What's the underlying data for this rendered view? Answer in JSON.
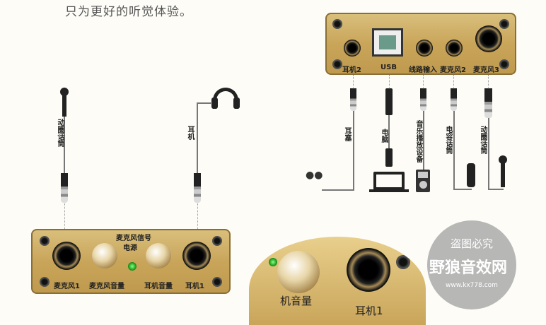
{
  "tagline": "只为更好的听觉体验。",
  "front_panel": {
    "top_label_1": "麦克风信号",
    "top_label_2": "电源",
    "labels": [
      "麦克风1",
      "麦克风音量",
      "耳机音量",
      "耳机1"
    ]
  },
  "front_cables": {
    "mic": "动圈话筒",
    "headphones": "耳机"
  },
  "rear_panel": {
    "labels": [
      "耳机2",
      "USB",
      "线路输入",
      "麦克风2",
      "麦克风3"
    ]
  },
  "rear_cables": [
    "耳塞",
    "电脑",
    "音乐播放设备",
    "电容话筒",
    "动圈话筒"
  ],
  "closeup": {
    "labels": [
      "机音量",
      "耳机1"
    ]
  },
  "watermark": {
    "line1": "盗图必究",
    "line2": "野狼音效网",
    "url": "www.kx778.com"
  }
}
